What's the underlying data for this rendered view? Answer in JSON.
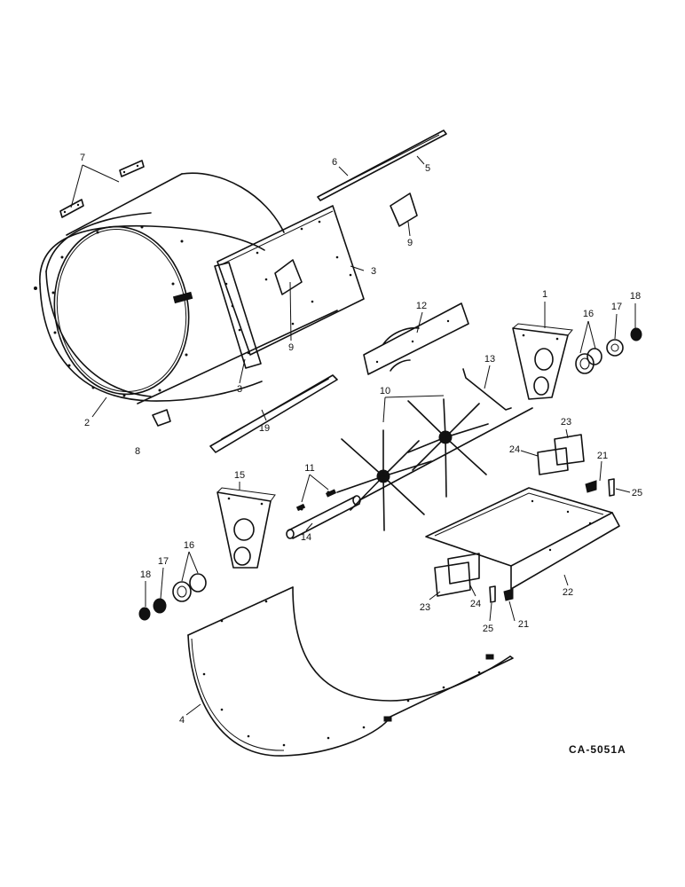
{
  "drawing_code": "CA-5051A",
  "callouts": [
    {
      "id": "c7",
      "text": "7"
    },
    {
      "id": "c6",
      "text": "6"
    },
    {
      "id": "c5",
      "text": "5"
    },
    {
      "id": "c9a",
      "text": "9"
    },
    {
      "id": "c3a",
      "text": "3"
    },
    {
      "id": "c9b",
      "text": "9"
    },
    {
      "id": "c3b",
      "text": "3"
    },
    {
      "id": "c2",
      "text": "2"
    },
    {
      "id": "c8",
      "text": "8"
    },
    {
      "id": "c12",
      "text": "12"
    },
    {
      "id": "c1",
      "text": "1"
    },
    {
      "id": "c16a",
      "text": "16"
    },
    {
      "id": "c17a",
      "text": "17"
    },
    {
      "id": "c18a",
      "text": "18"
    },
    {
      "id": "c13",
      "text": "13"
    },
    {
      "id": "c10",
      "text": "10"
    },
    {
      "id": "c19",
      "text": "19"
    },
    {
      "id": "c23a",
      "text": "23"
    },
    {
      "id": "c24a",
      "text": "24"
    },
    {
      "id": "c21a",
      "text": "21"
    },
    {
      "id": "c25a",
      "text": "25"
    },
    {
      "id": "c11",
      "text": "11"
    },
    {
      "id": "c15",
      "text": "15"
    },
    {
      "id": "c14",
      "text": "14"
    },
    {
      "id": "c16b",
      "text": "16"
    },
    {
      "id": "c17b",
      "text": "17"
    },
    {
      "id": "c18b",
      "text": "18"
    },
    {
      "id": "c22",
      "text": "22"
    },
    {
      "id": "c23b",
      "text": "23"
    },
    {
      "id": "c24b",
      "text": "24"
    },
    {
      "id": "c25b",
      "text": "25"
    },
    {
      "id": "c21b",
      "text": "21"
    },
    {
      "id": "c4",
      "text": "4"
    }
  ]
}
